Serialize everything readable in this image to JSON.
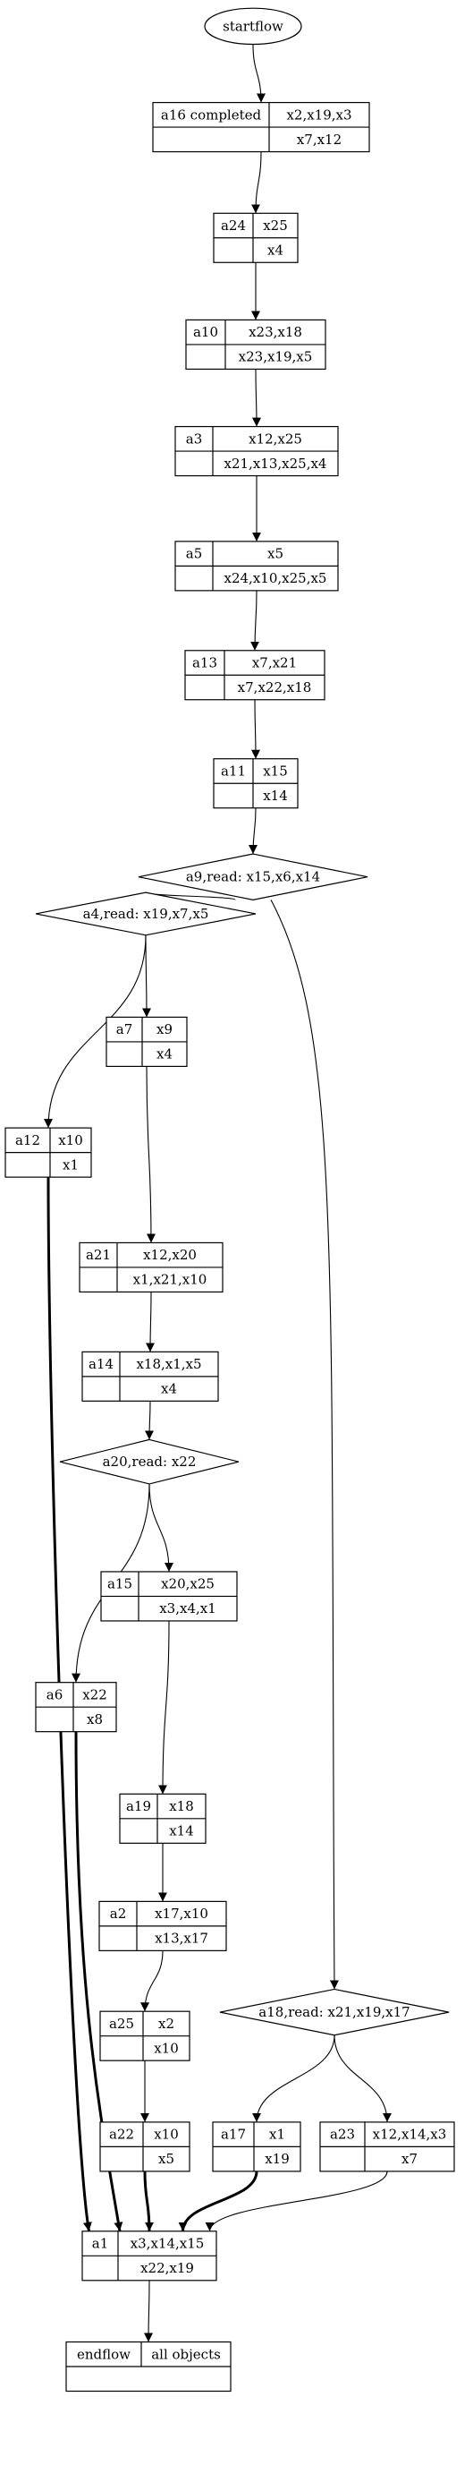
{
  "start": {
    "label": "startflow"
  },
  "end": {
    "left": "endflow",
    "right": "all objects"
  },
  "tables": [
    {
      "id": "a16",
      "name": "a16 completed",
      "top": "x2,x19,x3",
      "bottom": "x7,x12"
    },
    {
      "id": "a24",
      "name": "a24",
      "top": "x25",
      "bottom": "x4"
    },
    {
      "id": "a10",
      "name": "a10",
      "top": "x23,x18",
      "bottom": "x23,x19,x5"
    },
    {
      "id": "a3",
      "name": "a3",
      "top": "x12,x25",
      "bottom": "x21,x13,x25,x4"
    },
    {
      "id": "a5",
      "name": "a5",
      "top": "x5",
      "bottom": "x24,x10,x25,x5"
    },
    {
      "id": "a13",
      "name": "a13",
      "top": "x7,x21",
      "bottom": "x7,x22,x18"
    },
    {
      "id": "a11",
      "name": "a11",
      "top": "x15",
      "bottom": "x14"
    },
    {
      "id": "a7",
      "name": "a7",
      "top": "x9",
      "bottom": "x4"
    },
    {
      "id": "a12",
      "name": "a12",
      "top": "x10",
      "bottom": "x1"
    },
    {
      "id": "a21",
      "name": "a21",
      "top": "x12,x20",
      "bottom": "x1,x21,x10"
    },
    {
      "id": "a14",
      "name": "a14",
      "top": "x18,x1,x5",
      "bottom": "x4"
    },
    {
      "id": "a15",
      "name": "a15",
      "top": "x20,x25",
      "bottom": "x3,x4,x1"
    },
    {
      "id": "a6",
      "name": "a6",
      "top": "x22",
      "bottom": "x8"
    },
    {
      "id": "a19",
      "name": "a19",
      "top": "x18",
      "bottom": "x14"
    },
    {
      "id": "a2",
      "name": "a2",
      "top": "x17,x10",
      "bottom": "x13,x17"
    },
    {
      "id": "a25",
      "name": "a25",
      "top": "x2",
      "bottom": "x10"
    },
    {
      "id": "a22",
      "name": "a22",
      "top": "x10",
      "bottom": "x5"
    },
    {
      "id": "a17",
      "name": "a17",
      "top": "x1",
      "bottom": "x19"
    },
    {
      "id": "a23",
      "name": "a23",
      "top": "x12,x14,x3",
      "bottom": "x7"
    },
    {
      "id": "a1",
      "name": "a1",
      "top": "x3,x14,x15",
      "bottom": "x22,x19"
    }
  ],
  "decisions": [
    {
      "id": "a9",
      "label": "a9,read: x15,x6,x14"
    },
    {
      "id": "a4",
      "label": "a4,read: x19,x7,x5"
    },
    {
      "id": "a20",
      "label": "a20,read: x22"
    },
    {
      "id": "a18",
      "label": "a18,read: x21,x19,x17"
    }
  ],
  "edges": [
    {
      "from": "start",
      "to": "a16"
    },
    {
      "from": "a16",
      "to": "a24"
    },
    {
      "from": "a24",
      "to": "a10"
    },
    {
      "from": "a10",
      "to": "a3"
    },
    {
      "from": "a3",
      "to": "a5"
    },
    {
      "from": "a5",
      "to": "a13"
    },
    {
      "from": "a13",
      "to": "a11"
    },
    {
      "from": "a11",
      "to": "a9"
    },
    {
      "from": "a9",
      "to": "a4"
    },
    {
      "from": "a9",
      "to": "a18"
    },
    {
      "from": "a4",
      "to": "a7"
    },
    {
      "from": "a4",
      "to": "a12"
    },
    {
      "from": "a7",
      "to": "a21"
    },
    {
      "from": "a21",
      "to": "a14"
    },
    {
      "from": "a14",
      "to": "a20"
    },
    {
      "from": "a20",
      "to": "a15"
    },
    {
      "from": "a20",
      "to": "a6"
    },
    {
      "from": "a15",
      "to": "a19"
    },
    {
      "from": "a19",
      "to": "a2"
    },
    {
      "from": "a2",
      "to": "a25"
    },
    {
      "from": "a25",
      "to": "a22"
    },
    {
      "from": "a18",
      "to": "a17"
    },
    {
      "from": "a18",
      "to": "a23"
    },
    {
      "from": "a12",
      "to": "a1",
      "bold": true
    },
    {
      "from": "a6",
      "to": "a1",
      "bold": true
    },
    {
      "from": "a22",
      "to": "a1",
      "bold": true
    },
    {
      "from": "a17",
      "to": "a1",
      "bold": true
    },
    {
      "from": "a23",
      "to": "a1"
    },
    {
      "from": "a1",
      "to": "end"
    }
  ]
}
